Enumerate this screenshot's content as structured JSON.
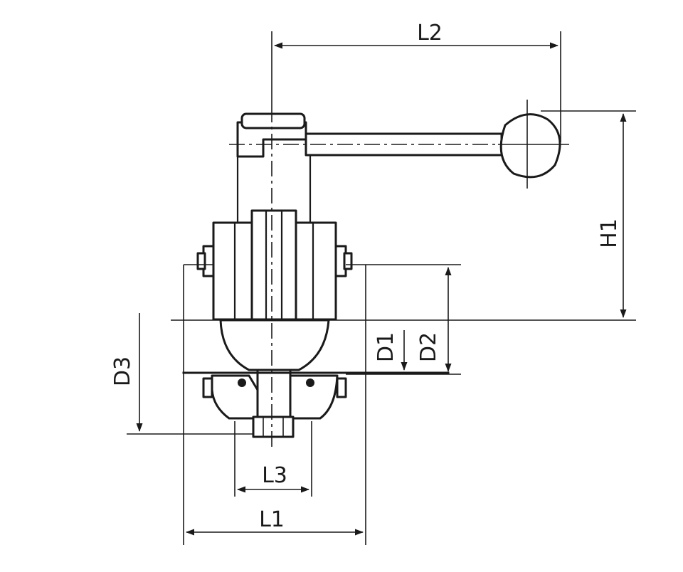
{
  "labels": {
    "L1": "L1",
    "L2": "L2",
    "L3": "L3",
    "H1": "H1",
    "D1": "D1",
    "D2": "D2",
    "D3": "D3"
  },
  "colors": {
    "line": "#1a1a1a",
    "background": "#ffffff"
  }
}
